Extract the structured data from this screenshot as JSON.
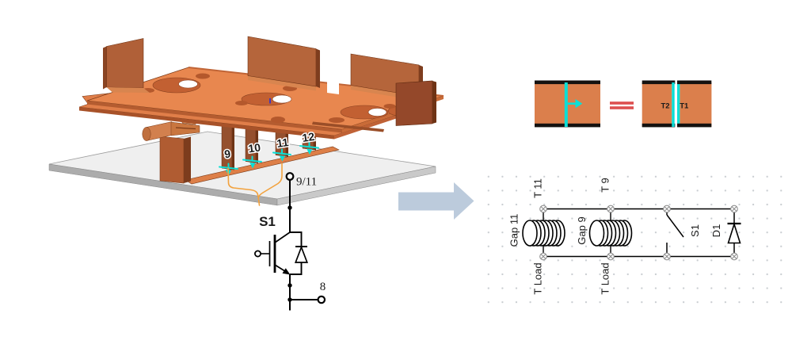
{
  "colors": {
    "copper_top": "#E8874F",
    "copper_lower": "#E07E49",
    "copper_edge": "#B45C30",
    "copper_flag": "#B5653B",
    "copper_dark": "#8E4728",
    "pin_face": "#95502E",
    "baseplate_gray": "#EFEFEF",
    "cyan_marker": "#0ADFD6",
    "red_label": "#E41B1F",
    "bracket_orange": "#F2A23E",
    "equals_red": "#DD4F4F",
    "arrow_blue": "#BCCBDC",
    "wire_black": "#000000",
    "blue_tick": "#3333CC"
  },
  "busbar_view": {
    "pin_labels": [
      "9",
      "10",
      "11",
      "12"
    ],
    "node_label": "9/11",
    "switch_label": "S1",
    "terminal_label": "8"
  },
  "equivalence_view": {
    "labels": [
      "T2",
      "T1"
    ]
  },
  "schematic_view": {
    "branches": [
      {
        "type": "inductor",
        "name": "Gap 11",
        "top_terminal": "T 11",
        "bottom_terminal": "T Load"
      },
      {
        "type": "inductor",
        "name": "Gap 9",
        "top_terminal": "T 9",
        "bottom_terminal": "T Load"
      },
      {
        "type": "switch",
        "name": "S1"
      },
      {
        "type": "diode",
        "name": "D1"
      }
    ]
  }
}
